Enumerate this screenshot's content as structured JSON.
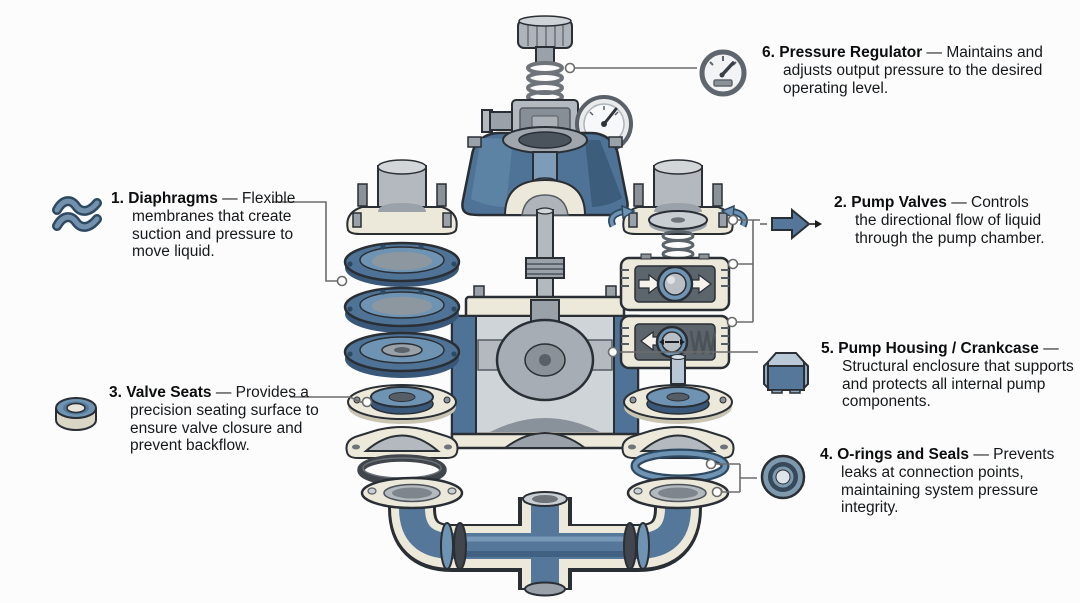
{
  "figure_alt": "Exploded technical diagram of a diaphragm pump with six numbered part callouts",
  "callouts": [
    {
      "label": "1. Diaphragms",
      "description": "— Flexible membranes that create suction and pressure to move liquid.",
      "icon": "diaphragm-wave-icon"
    },
    {
      "label": "2. Pump Valves",
      "description": "— Controls the directional flow of liquid through the pump chamber.",
      "icon": "flow-arrow-icon"
    },
    {
      "label": "3. Valve Seats",
      "description": "— Provides a precision seating surface to ensure valve closure and prevent backflow.",
      "icon": "valve-seat-ring-icon"
    },
    {
      "label": "4. O-rings and Seals",
      "description": "— Prevents leaks at connection points, maintaining system pressure integrity.",
      "icon": "o-ring-icon"
    },
    {
      "label": "5. Pump Housing / Crankcase",
      "description": "— Structural enclosure that supports and protects all internal pump components.",
      "icon": "housing-box-icon"
    },
    {
      "label": "6. Pressure Regulator",
      "description": "— Maintains and adjusts output pressure to the desired operating level.",
      "icon": "gauge-icon"
    }
  ],
  "colors": {
    "steel_blue": "#4f7396",
    "steel_blue_dark": "#33506b",
    "steel_blue_light": "#7fa0bd",
    "cream": "#ece9da",
    "metal_gray": "#b3b9bf",
    "outline": "#2a2f35",
    "leader_line": "#6b6b6b",
    "background": "#fcfcfc"
  }
}
